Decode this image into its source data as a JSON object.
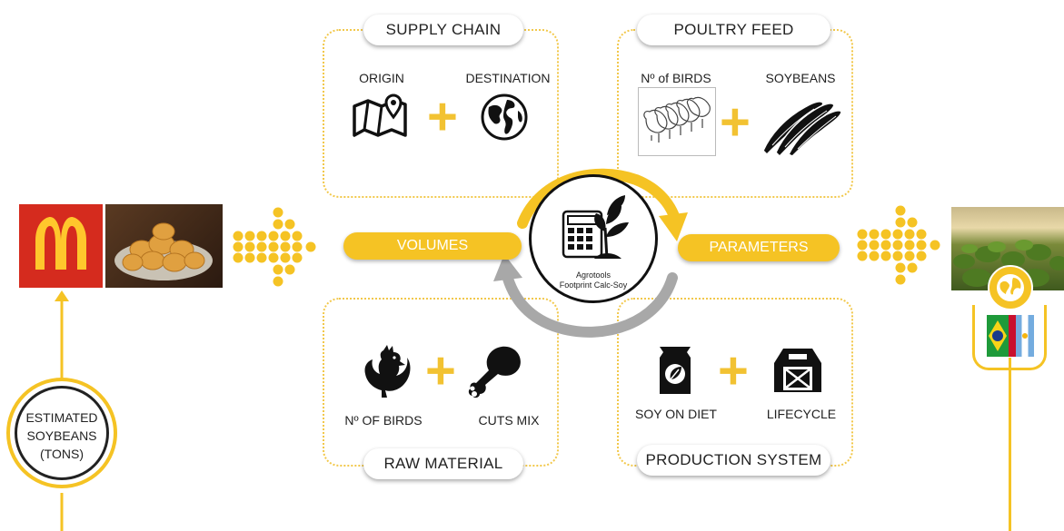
{
  "colors": {
    "accent": "#f5c324",
    "mcd_red": "#d52b1e",
    "mcd_yellow": "#ffc72c",
    "cycle_gray": "#a8a8a8"
  },
  "supply_chain": {
    "title": "SUPPLY CHAIN",
    "origin_label": "ORIGIN",
    "destination_label": "DESTINATION",
    "origin_icon": "map-pin-icon",
    "destination_icon": "globe-icon"
  },
  "poultry_feed": {
    "title": "POULTRY FEED",
    "birds_label": "Nº of BIRDS",
    "soybeans_label": "SOYBEANS",
    "birds_icon": "chickens-sketch-icon",
    "soybeans_icon": "soybean-pods-icon"
  },
  "raw_material": {
    "title": "RAW MATERIAL",
    "birds_label": "Nº OF BIRDS",
    "cuts_label": "CUTS MIX",
    "birds_icon": "rooster-icon",
    "cuts_icon": "chicken-leg-icon"
  },
  "production_system": {
    "title": "PRODUCTION SYSTEM",
    "soy_label": "SOY ON DIET",
    "lifecycle_label": "LIFECYCLE",
    "soy_icon": "feed-bag-icon",
    "lifecycle_icon": "barn-icon"
  },
  "plus_sign": "+",
  "center": {
    "line1": "Agrotools",
    "line2": "Footprint Calc-Soy",
    "icon": "calculator-plant-icon"
  },
  "volumes_label": "VOLUMES",
  "parameters_label": "PARAMETERS",
  "estimate": {
    "line1": "ESTIMATED",
    "line2": "SOYBEANS",
    "line3": "(TONS)"
  },
  "left_images": [
    "mcdonalds-logo",
    "chicken-nuggets-photo"
  ],
  "right_images": [
    "soybean-field-photo",
    "globe-badge-icon",
    "brazil-flag",
    "argentina-flag"
  ]
}
